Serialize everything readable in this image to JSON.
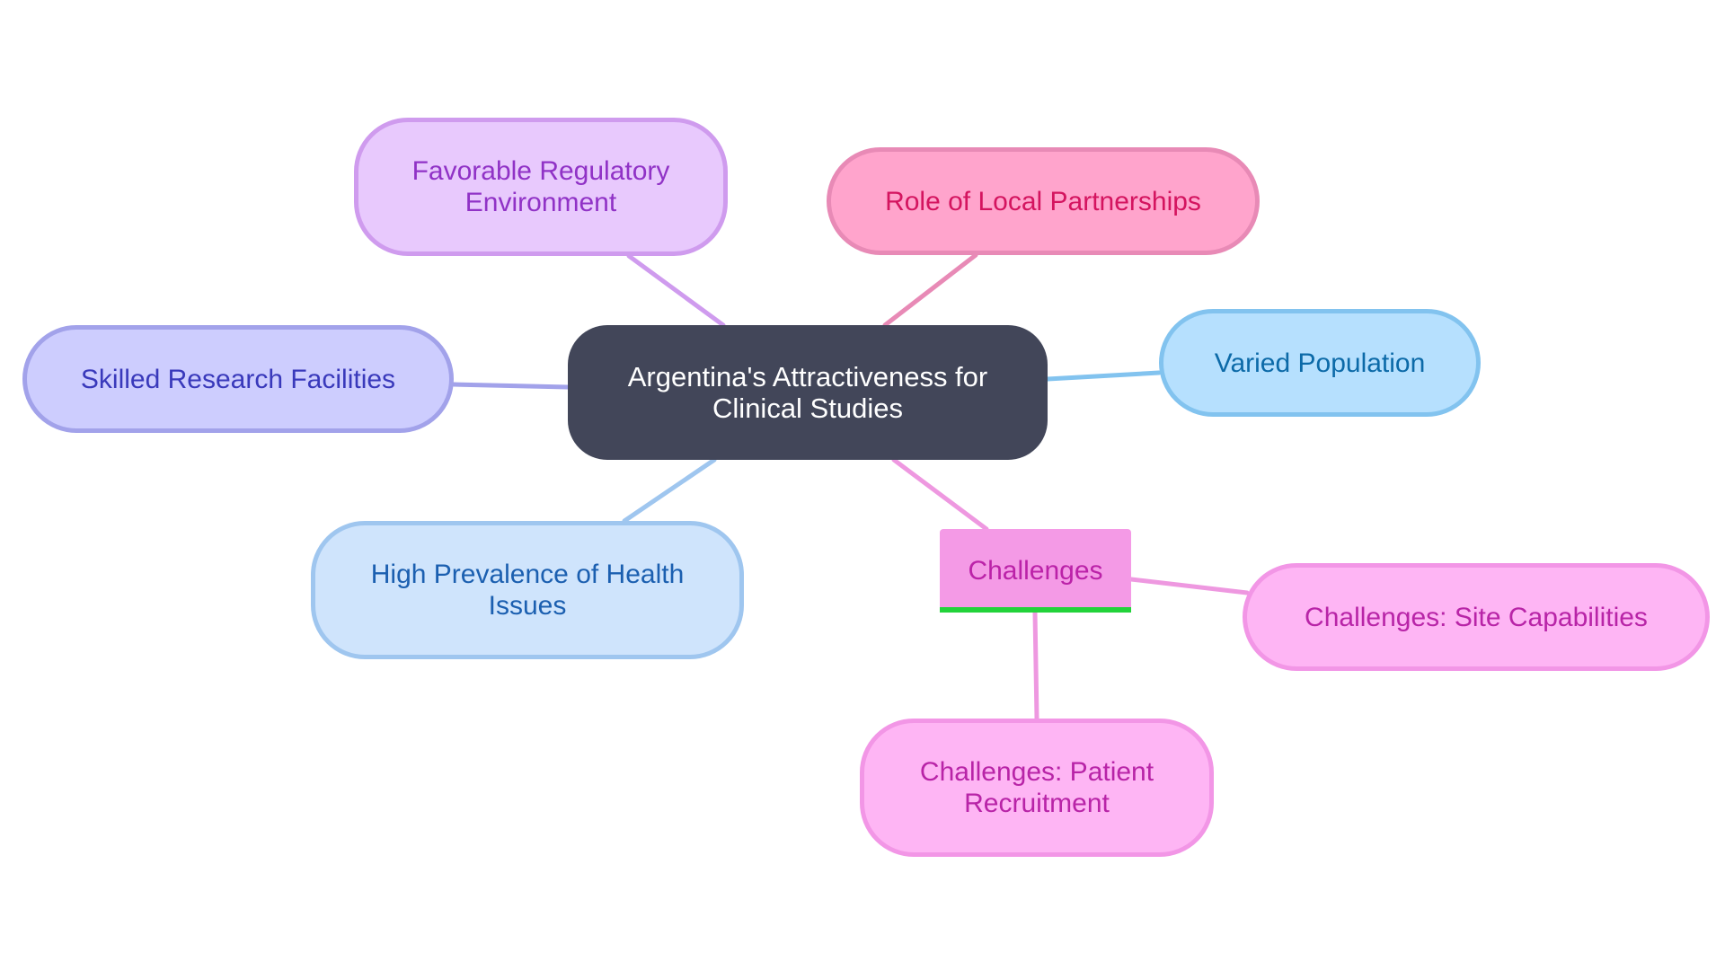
{
  "diagram": {
    "root": {
      "label": "Argentina's Attractiveness for Clinical Studies"
    },
    "nodes": {
      "regulatory": {
        "label": "Favorable Regulatory Environment"
      },
      "partnerships": {
        "label": "Role of Local Partnerships"
      },
      "facilities": {
        "label": "Skilled Research Facilities"
      },
      "population": {
        "label": "Varied Population"
      },
      "prevalence": {
        "label": "High Prevalence of Health Issues"
      },
      "challenges": {
        "label": "Challenges"
      },
      "site": {
        "label": "Challenges: Site Capabilities"
      },
      "recruitment": {
        "label": "Challenges: Patient Recruitment"
      }
    },
    "edges": [
      {
        "from": "root",
        "to": "regulatory",
        "color": "#cf9bee"
      },
      {
        "from": "root",
        "to": "partnerships",
        "color": "#e88ab6"
      },
      {
        "from": "root",
        "to": "facilities",
        "color": "#a2a2ea"
      },
      {
        "from": "root",
        "to": "population",
        "color": "#82c3ef"
      },
      {
        "from": "root",
        "to": "prevalence",
        "color": "#9fc6ef"
      },
      {
        "from": "root",
        "to": "challenges",
        "color": "#ee98e0"
      },
      {
        "from": "challenges",
        "to": "site",
        "color": "#ee98e0"
      },
      {
        "from": "challenges",
        "to": "recruitment",
        "color": "#ee98e0"
      }
    ]
  }
}
